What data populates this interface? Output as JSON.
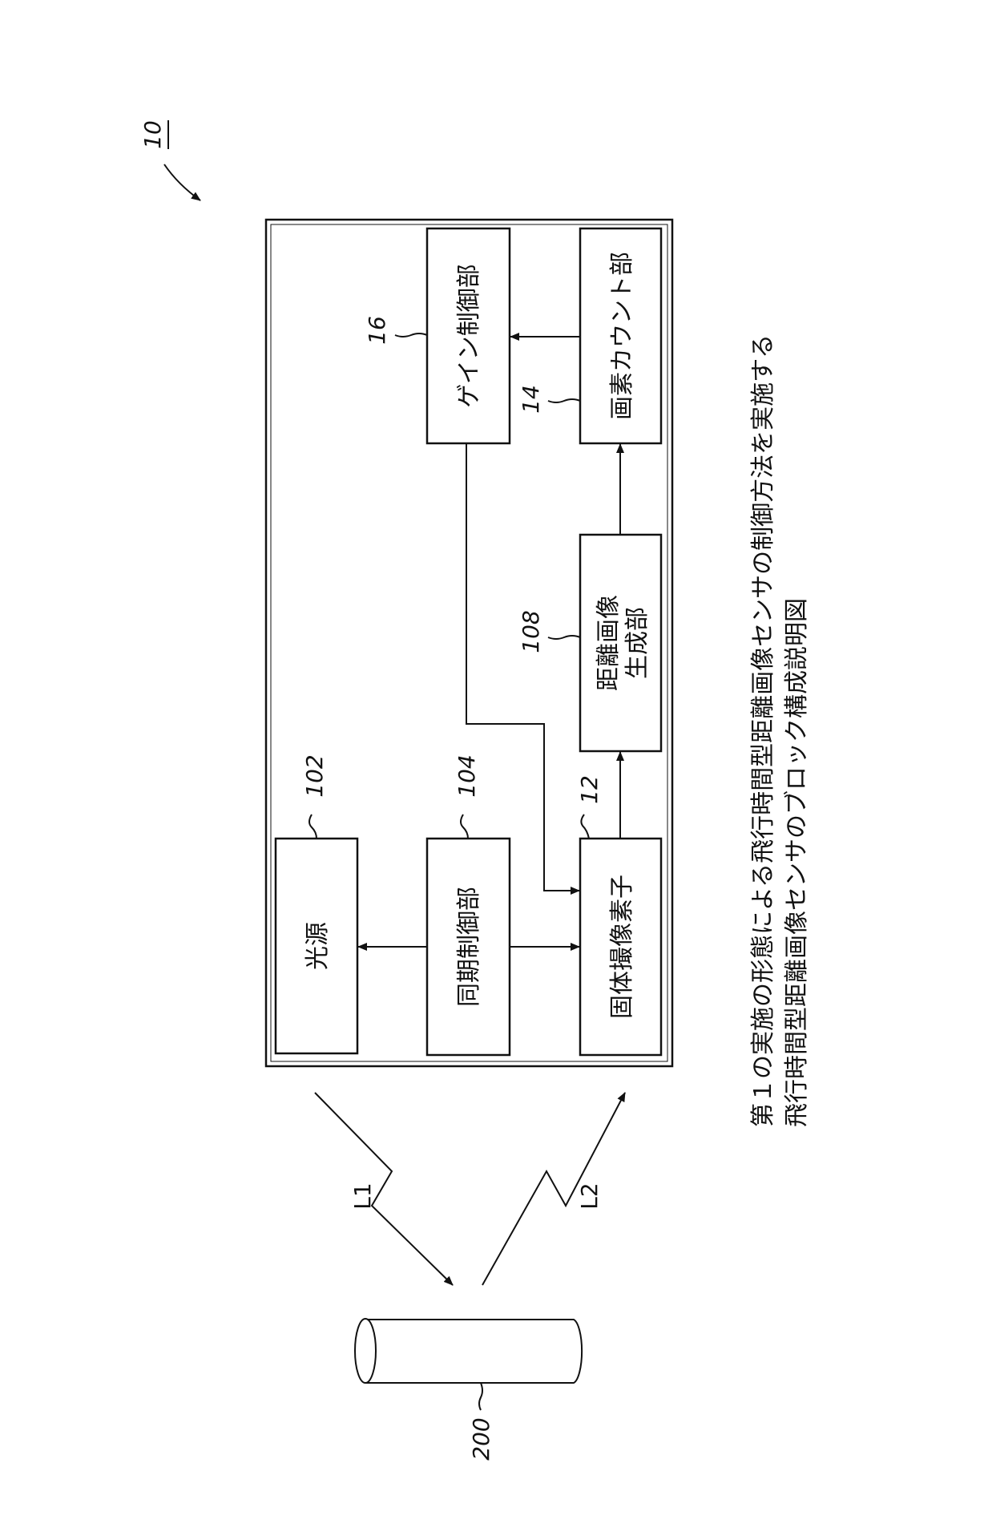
{
  "figure_ref": "10",
  "blocks": {
    "light_source": {
      "label": "光源",
      "ref": "102"
    },
    "sync_control": {
      "label": "同期制御部",
      "ref": "104"
    },
    "image_sensor": {
      "label": "固体撮像素子",
      "ref": "12"
    },
    "distance_image_gen": {
      "label": "距離画像生成部",
      "line1": "距離画像",
      "line2": "生成部",
      "ref": "108"
    },
    "pixel_count": {
      "label": "画素カウント部",
      "ref": "14"
    },
    "gain_control": {
      "label": "ゲイン制御部",
      "ref": "16"
    }
  },
  "object": {
    "ref": "200"
  },
  "light": {
    "emitted": "L1",
    "reflected": "L2"
  },
  "caption": {
    "line1": "第１の実施の形態による飛行時間型距離画像センサの制御方法を実施する",
    "line2": "飛行時間型距離画像センサのブロック構成説明図"
  }
}
